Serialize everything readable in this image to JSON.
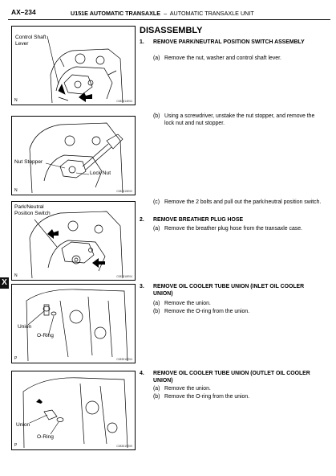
{
  "header": {
    "page_ref": "AX–234",
    "model": "U151E AUTOMATIC TRANSAXLE",
    "separator": "–",
    "section": "AUTOMATIC TRANSAXLE UNIT"
  },
  "side_tab": "X",
  "title": "DISASSEMBLY",
  "figures": [
    {
      "labels": [
        "Control Shaft",
        "Lever"
      ],
      "direction": "N",
      "code": "C083514E04"
    },
    {
      "labels": [
        "Nut Stopper",
        "Lock Nut"
      ],
      "direction": "N",
      "code": "C083515E02"
    },
    {
      "labels": [
        "Park/Neutral",
        "Position Switch"
      ],
      "direction": "N",
      "code": "C083516E04"
    },
    {
      "labels": [
        "Union",
        "O-Ring"
      ],
      "direction": "P",
      "code": "C083518E04"
    },
    {
      "labels": [
        "Union",
        "O-Ring"
      ],
      "direction": "P",
      "code": "C083519E09"
    }
  ],
  "steps": [
    {
      "num": "1.",
      "title": "REMOVE PARK/NEUTRAL POSITION SWITCH ASSEMBLY"
    },
    {
      "num": "2.",
      "title": "REMOVE BREATHER PLUG HOSE"
    },
    {
      "num": "3.",
      "title": "REMOVE OIL COOLER TUBE UNION (INLET OIL COOLER UNION)"
    },
    {
      "num": "4.",
      "title": "REMOVE OIL COOLER TUBE UNION (OUTLET OIL COOLER UNION)"
    }
  ],
  "substeps": [
    {
      "key": "(a)",
      "text": "Remove the nut, washer and control shaft lever."
    },
    {
      "key": "(b)",
      "text": "Using a screwdriver, unstake the nut stopper, and remove the lock nut and nut stopper."
    },
    {
      "key": "(c)",
      "text": "Remove the 2 bolts and pull out the park/neutral position switch."
    },
    {
      "key": "(a)",
      "text": "Remove the breather plug hose from the transaxle case."
    },
    {
      "key": "(a)",
      "text": "Remove the union."
    },
    {
      "key": "(b)",
      "text": "Remove the O-ring from the union."
    },
    {
      "key": "(a)",
      "text": "Remove the union."
    },
    {
      "key": "(b)",
      "text": "Remove the O-ring from the union."
    }
  ]
}
